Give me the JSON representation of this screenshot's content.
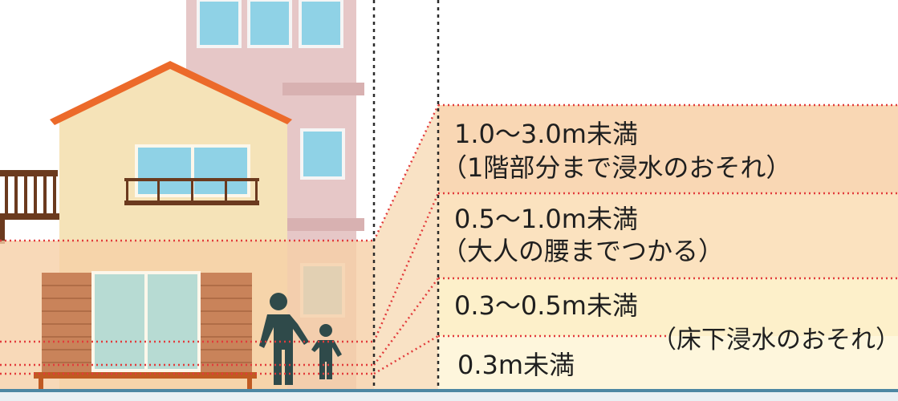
{
  "depth_levels": [
    {
      "range": "1.0〜3.0m未満",
      "note": "（1階部分まで浸水のおそれ）",
      "color": "#f9d7b4"
    },
    {
      "range": "0.5〜1.0m未満",
      "note": "（大人の腰までつかる）",
      "color": "#fbe2bf"
    },
    {
      "range": "0.3〜0.5m未満",
      "note": "",
      "color": "#fdf0ca"
    },
    {
      "range": "0.3m未満",
      "note": "",
      "color": "#fef6dc"
    }
  ],
  "shared_note": "（床下浸水のおそれ）",
  "colors": {
    "dotted_line": "#e23b3b",
    "divider": "#2a2a2a",
    "water": "#f6cfa6",
    "roof": "#ec6a2a",
    "house_wall": "#f5e3b8",
    "building": "#e6c7c7",
    "window": "#8fd2e6",
    "shutter": "#c9835a",
    "people": "#2f4a4a",
    "ground": "#4d87a3"
  }
}
